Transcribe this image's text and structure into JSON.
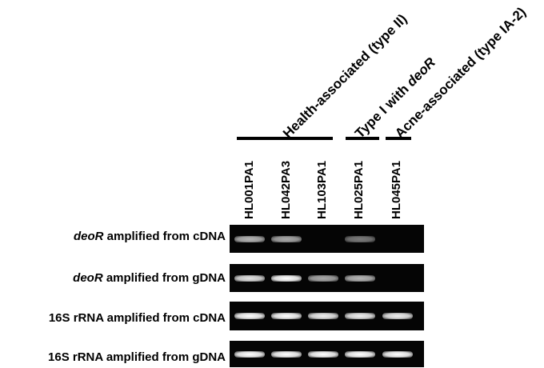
{
  "groups": [
    {
      "label": "Health-associated (type II)"
    },
    {
      "label_prefix": "Type I with ",
      "label_italic": "deoR"
    },
    {
      "label": "Acne-associated (type IA-2)"
    }
  ],
  "lanes": [
    "HL001PA1",
    "HL042PA3",
    "HL103PA1",
    "HL025PA1",
    "HL045PA1"
  ],
  "rows": [
    {
      "italic": "deoR",
      "rest": " amplified from cDNA",
      "band_intensity": [
        0.75,
        0.7,
        0,
        0.5,
        0
      ]
    },
    {
      "italic": "deoR",
      "rest": " amplified from gDNA",
      "band_intensity": [
        0.9,
        1.0,
        0.7,
        0.75,
        0
      ]
    },
    {
      "italic": "",
      "rest": "16S rRNA amplified from cDNA",
      "band_intensity": [
        1.0,
        1.0,
        0.95,
        0.95,
        0.95
      ]
    },
    {
      "italic": "",
      "rest": "16S rRNA amplified from gDNA",
      "band_intensity": [
        1.0,
        1.0,
        1.0,
        1.0,
        1.0
      ]
    }
  ]
}
